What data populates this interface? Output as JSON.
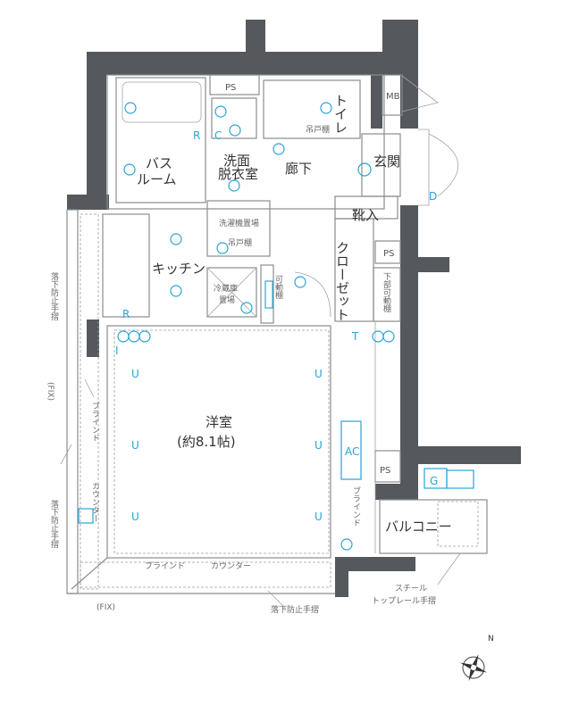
{
  "rooms": {
    "bath": [
      "バス",
      "ルーム"
    ],
    "washroom": [
      "洗面",
      "脱衣室"
    ],
    "toilet": "トイレ",
    "hallway": "廊下",
    "entrance": "玄関",
    "shoe_storage": "靴入",
    "kitchen": "キッチン",
    "closet": "クローゼット",
    "western_room": "洋室",
    "western_room_size": "(約8.1帖)",
    "balcony": "バルコニー"
  },
  "fixtures": {
    "ps": "PS",
    "mb": "MB",
    "hanging_cabinet": "吊戸棚",
    "washer_space": "洗濯機置場",
    "fridge_space": [
      "冷蔵庫",
      "置場"
    ],
    "movable_shelf": "可動棚",
    "lower_movable_shelf": "下部可動棚",
    "blind": "ブラインド",
    "counter": "カウンター",
    "fall_guard_rail": "落下防止手摺",
    "fix": "(FIX)",
    "steel_rail": [
      "スチール",
      "トップレール手摺"
    ],
    "ac": "AC",
    "gas": "G",
    "door_d": "D",
    "r": "R",
    "c": "C",
    "t": "T",
    "i": "I",
    "u": "U"
  },
  "compass": {
    "north": "N"
  },
  "colors": {
    "wall": "#55585c",
    "equipment": "#29a3d6"
  }
}
